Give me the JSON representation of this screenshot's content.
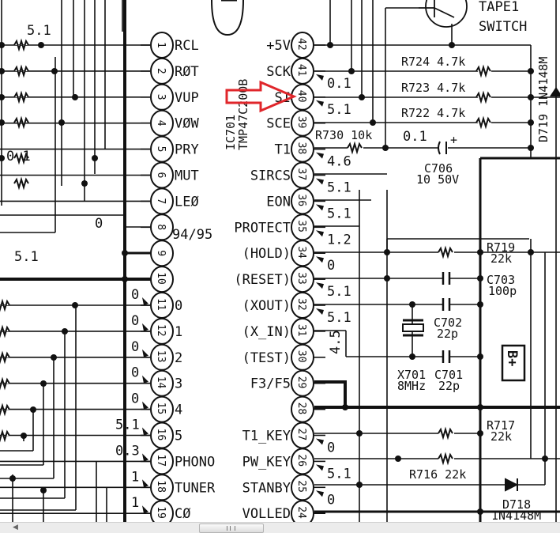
{
  "ic": {
    "ref": "IC701",
    "part": "TMP47C200B",
    "pin8_note": "94/95"
  },
  "left_pins": [
    {
      "num": "1",
      "label": "RCL",
      "volt": ""
    },
    {
      "num": "2",
      "label": "RØT",
      "volt": ""
    },
    {
      "num": "3",
      "label": "VUP",
      "volt": ""
    },
    {
      "num": "4",
      "label": "VØW",
      "volt": ""
    },
    {
      "num": "5",
      "label": "PRY",
      "volt": ""
    },
    {
      "num": "6",
      "label": "MUT",
      "volt": ""
    },
    {
      "num": "7",
      "label": "LEØ",
      "volt": ""
    },
    {
      "num": "8",
      "label": "",
      "volt": ""
    },
    {
      "num": "9",
      "label": "",
      "volt": ""
    },
    {
      "num": "10",
      "label": "",
      "volt": ""
    },
    {
      "num": "11",
      "label": "0",
      "volt": "0"
    },
    {
      "num": "12",
      "label": "1",
      "volt": "0"
    },
    {
      "num": "13",
      "label": "2",
      "volt": "0"
    },
    {
      "num": "14",
      "label": "3",
      "volt": "0"
    },
    {
      "num": "15",
      "label": "4",
      "volt": "0"
    },
    {
      "num": "16",
      "label": "5",
      "volt": "5.1"
    },
    {
      "num": "17",
      "label": "PHONO",
      "volt": "0.3"
    },
    {
      "num": "18",
      "label": "TUNER",
      "volt": "1"
    },
    {
      "num": "19",
      "label": "CØ",
      "volt": "1"
    }
  ],
  "right_pins": [
    {
      "num": "42",
      "label": "+5V",
      "volt": ""
    },
    {
      "num": "41",
      "label": "SCK",
      "volt": "0.1"
    },
    {
      "num": "40",
      "label": "SI",
      "volt": "5.1"
    },
    {
      "num": "39",
      "label": "SCE",
      "volt": ""
    },
    {
      "num": "38",
      "label": "T1",
      "volt": "4.6"
    },
    {
      "num": "37",
      "label": "SIRCS",
      "volt": "5.1"
    },
    {
      "num": "36",
      "label": "EON",
      "volt": "5.1"
    },
    {
      "num": "35",
      "label": "PROTECT",
      "volt": "1.2"
    },
    {
      "num": "34",
      "label": "(HOLD)",
      "volt": "0"
    },
    {
      "num": "33",
      "label": "(RESET)",
      "volt": "5.1"
    },
    {
      "num": "32",
      "label": "(XOUT)",
      "volt": "5.1"
    },
    {
      "num": "31",
      "label": "(X_IN)",
      "volt": ""
    },
    {
      "num": "30",
      "label": "(TEST)",
      "volt": ""
    },
    {
      "num": "29",
      "label": "F3/F5",
      "volt": ""
    },
    {
      "num": "28",
      "label": "",
      "volt": ""
    },
    {
      "num": "27",
      "label": "T1_KEY",
      "volt": "0"
    },
    {
      "num": "26",
      "label": "PW_KEY",
      "volt": "5.1"
    },
    {
      "num": "25",
      "label": "STANBY",
      "volt": "0"
    },
    {
      "num": "24",
      "label": "VOLLED",
      "volt": ""
    }
  ],
  "pin31_volt": "4.5",
  "left_notes": {
    "top_volt": "5.1",
    "mid_volt": "0.1",
    "zero_volt": "0",
    "bottom_volt": "5.1"
  },
  "tape_switch": {
    "line1": "TAPE1",
    "line2": "SWITCH"
  },
  "components": {
    "r724": "R724 4.7k",
    "r723": "R723 4.7k",
    "r722": "R722 4.7k",
    "r730": "R730 10k",
    "c706_volt": "0.1",
    "c706_ref": "C706",
    "c706_val": "10 50V",
    "d719": "D719 1N4148M",
    "r719_ref": "R719",
    "r719_val": "22k",
    "c703_ref": "C703",
    "c703_val": "100p",
    "c702_ref": "C702",
    "c702_val": "22p",
    "x701_ref": "X701",
    "x701_val": "8MHz",
    "c701_ref": "C701",
    "c701_val": "22p",
    "bplus": "B+",
    "r717_ref": "R717",
    "r717_val": "22k",
    "r716": "R716 22k",
    "d718_ref": "D718",
    "d718_val": "1N4148M"
  },
  "colors": {
    "ink": "#111111",
    "arrow": "#e0262b",
    "scrollbar": "#ececec"
  }
}
